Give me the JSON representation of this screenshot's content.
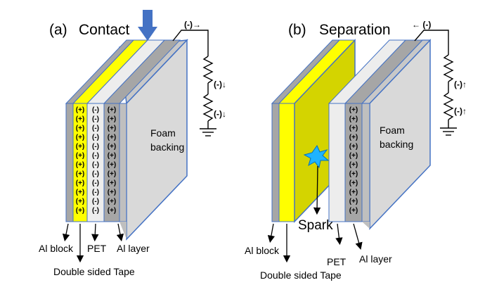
{
  "panel_a": {
    "letter": "(a)",
    "title": "Contact",
    "foam_label": [
      "Foam",
      "backing"
    ],
    "layer_labels": {
      "al_block": "Al block",
      "pet": "PET",
      "al_layer": "Al layer",
      "tape": "Double sided Tape"
    },
    "current_top": "(-)→",
    "current_mid": "(-)↓",
    "current_bot": "(-)↓",
    "charge_column_1": [
      "(+)",
      "(+)",
      "(+)",
      "(+)",
      "(+)",
      "(+)",
      "(+)",
      "(+)",
      "(+)",
      "(+)",
      "(+)",
      "(+)"
    ],
    "charge_column_2": [
      "(-)",
      "(-)",
      "(-)",
      "(-)",
      "(-)",
      "(-)",
      "(-)",
      "(-)",
      "(-)",
      "(-)",
      "(-)",
      "(-)"
    ],
    "charge_column_3": [
      "(+)",
      "(+)",
      "(+)",
      "(+)",
      "(+)",
      "(+)",
      "(+)",
      "(+)",
      "(+)",
      "(+)",
      "(+)",
      "(+)"
    ]
  },
  "panel_b": {
    "letter": "(b)",
    "title": "Separation",
    "foam_label": [
      "Foam",
      "backing"
    ],
    "spark_label": "Spark",
    "layer_labels": {
      "al_block": "Al block",
      "tape": "Double sided Tape",
      "pet": "PET",
      "al_layer": "Al layer"
    },
    "current_top": "← (-)",
    "current_mid": "(-)↑",
    "current_bot": "(-)↑",
    "charge_column": [
      "(+)",
      "(+)",
      "(+)",
      "(+)",
      "(+)",
      "(+)",
      "(+)",
      "(+)",
      "(+)",
      "(+)",
      "(+)",
      "(+)"
    ]
  },
  "colors": {
    "aluminum": "#a6a6a6",
    "tape": "#ffff00",
    "pet_surface": "#d4d400",
    "pet": "#ededed",
    "foam": "#d9d9d9",
    "outline": "#4472c4",
    "press_arrow": "#4472c4",
    "spark": "#1fb3ff"
  }
}
